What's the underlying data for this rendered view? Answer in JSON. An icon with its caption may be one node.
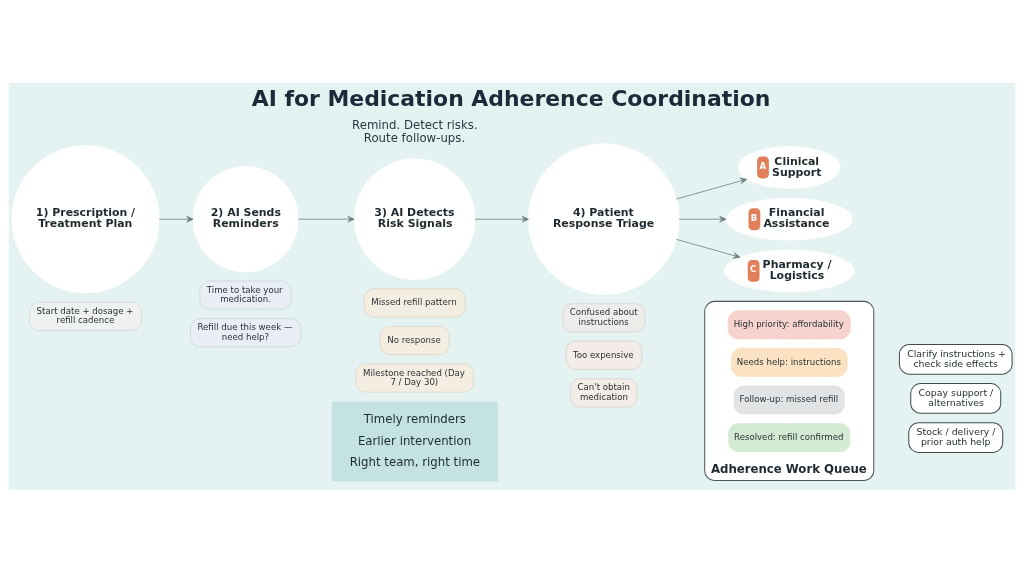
{
  "diagram": {
    "title": "AI for Medication Adherence Coordination",
    "nodes": [
      {
        "text": [
          "1) Prescription / Treatment Plan"
        ]
      },
      {
        "text": [
          "Start date + dosage + refill cadence"
        ]
      },
      {
        "text": [
          "2) AI Sends Reminders"
        ]
      },
      {
        "text": [
          "Time to take your medication."
        ]
      },
      {
        "text": [
          "Refill due this week — need help?"
        ]
      },
      {
        "text": [
          "3) AI Detects Risk Signals"
        ]
      },
      {
        "text": [
          "Missed refill pattern"
        ]
      },
      {
        "text": [
          "No response"
        ]
      },
      {
        "text": [
          "Milestone reached (Day 7 / Day 30)"
        ]
      },
      {
        "text": [
          "4) Patient Response Triage"
        ]
      },
      {
        "text": [
          "Confused about instructions"
        ]
      },
      {
        "text": [
          "Too expensive"
        ]
      },
      {
        "text": [
          "Can't obtain medication"
        ]
      },
      {
        "text": [
          "A",
          "Clinical Support"
        ]
      },
      {
        "text": [
          "Clarify instructions + check side effects"
        ]
      },
      {
        "text": [
          "B",
          "Financial Assistance"
        ]
      },
      {
        "text": [
          "Copay support / alternatives"
        ]
      },
      {
        "text": [
          "C",
          "Pharmacy / Logistics"
        ]
      },
      {
        "text": [
          "Stock / delivery / prior auth help"
        ]
      },
      {
        "text": [
          "Adherence Work Queue"
        ]
      },
      {
        "text": [
          "High priority: affordability"
        ],
        "in": 19
      },
      {
        "text": [
          "Needs help: instructions"
        ],
        "in": 19
      },
      {
        "text": [
          "Follow-up: missed refill"
        ],
        "in": 19
      },
      {
        "text": [
          "Resolved: refill confirmed"
        ],
        "in": 19
      },
      {
        "text": [
          "Timely reminders",
          "Earlier intervention",
          "Right team, right time"
        ]
      }
    ],
    "edges": [
      {
        "from": 0,
        "to": 2,
        "arrow": "to"
      },
      {
        "from": 2,
        "to": 5,
        "arrow": "to"
      },
      {
        "from": 5,
        "to": 9,
        "arrow": "to"
      },
      {
        "from": 9,
        "to": 13,
        "arrow": "to"
      },
      {
        "from": 9,
        "to": 15,
        "arrow": "to"
      },
      {
        "from": 9,
        "to": 17,
        "arrow": "to"
      }
    ],
    "labels": [
      "Remind. Detect risks. Route follow-ups."
    ]
  }
}
